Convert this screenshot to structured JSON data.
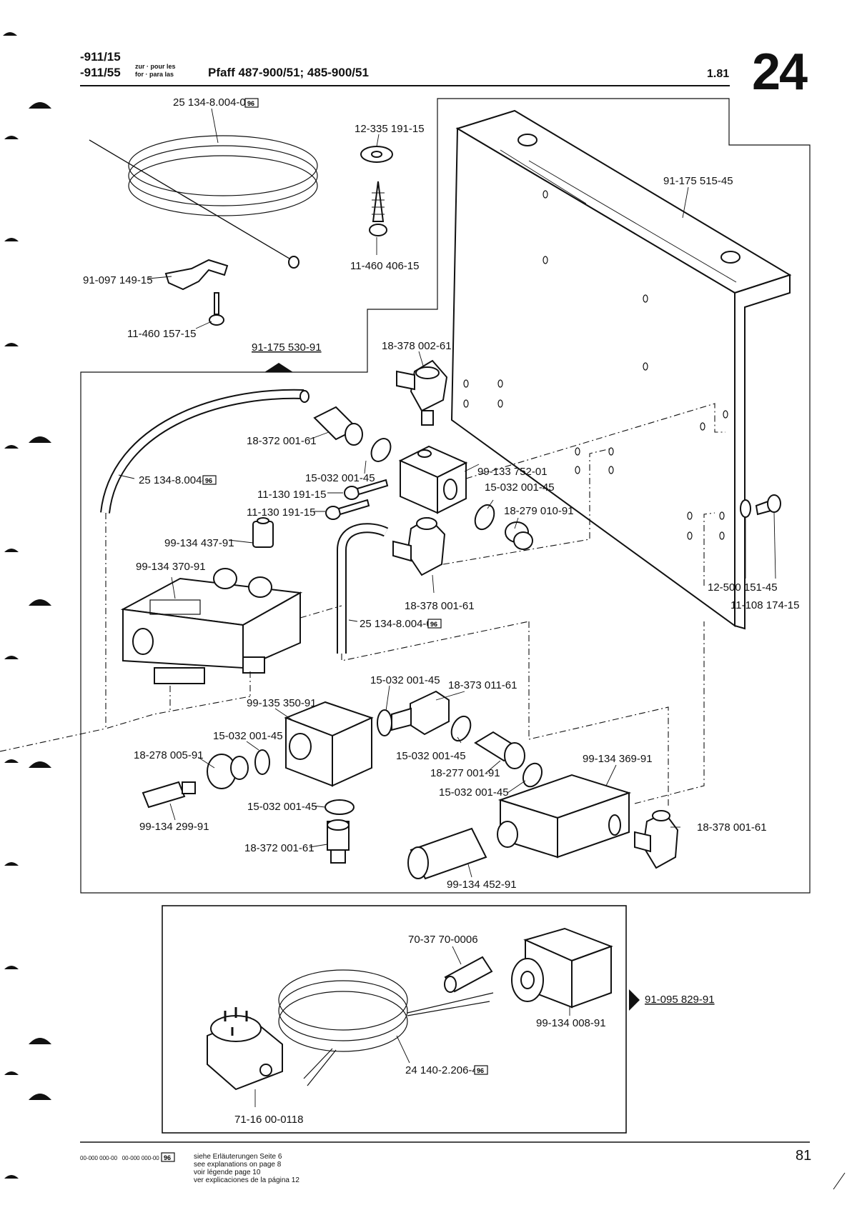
{
  "header": {
    "model_code_1": "-911/15",
    "model_code_2": "-911/55",
    "prep_1": "zur · pour les",
    "prep_2": "for · para las",
    "title": "Pfaff 487-900/51; 485-900/51",
    "section": "1.81",
    "page_group": "24"
  },
  "labels": {
    "l1": "25 134-8.004-0",
    "l2": "12-335 191-15",
    "l3": "91-175 515-45",
    "l4": "91-097 149-15",
    "l5": "11-460 406-15",
    "l6": "11-460 157-15",
    "l7": "91-175 530-91",
    "l8": "18-378 002-61",
    "l9": "18-372 001-61",
    "l10": "25 134-8.004-0",
    "l11": "15-032 001-45",
    "l12": "11-130 191-15",
    "l13": "11-130 191-15",
    "l14": "99-133 752-01",
    "l15": "15-032 001-45",
    "l16": "18-279 010-91",
    "l17": "99-134 437-91",
    "l18": "99-134 370-91",
    "l19": "12-500 151-45",
    "l20": "11-108 174-15",
    "l21": "18-378 001-61",
    "l22": "25 134-8.004-0",
    "l23": "15-032 001-45",
    "l24": "18-373 011-61",
    "l25": "99-135 350-91",
    "l26": "15-032 001-45",
    "l27": "18-278 005-91",
    "l28": "15-032 001-45",
    "l29": "18-277 001-91",
    "l30": "99-134 369-91",
    "l31": "15-032 001-45",
    "l32": "99-134 299-91",
    "l33": "15-032 001-45",
    "l34": "18-372 001-61",
    "l35": "18-378 001-61",
    "l36": "99-134 452-91",
    "l37": "70-37 70-0006",
    "l38": "91-095 829-91",
    "l39": "99-134 008-91",
    "l40": "24 140-2.206-4",
    "l41": "71-16 00-0118"
  },
  "badge": "96",
  "footer": {
    "codes": "00-000 000-00   00-000 000-00",
    "line1": "siehe Erläuterungen Seite 6",
    "line2": "see explanations on page 8",
    "line3": "voir légende page 10",
    "line4": "ver explicaciones de la página 12",
    "page_number": "81"
  }
}
